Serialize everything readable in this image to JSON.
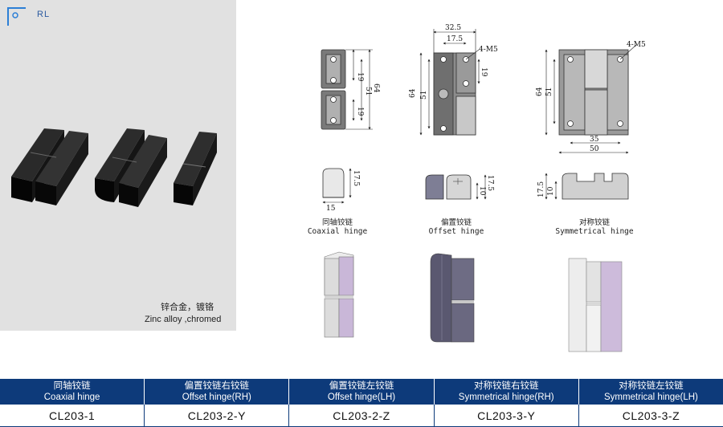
{
  "brand": {
    "name": "RL"
  },
  "material": {
    "zh": "锌合金，镀铬",
    "en": "Zinc alloy ,chromed"
  },
  "captions": [
    {
      "zh": "同轴铰链",
      "en": "Coaxial hinge"
    },
    {
      "zh": "偏置铰链",
      "en": "Offset hinge"
    },
    {
      "zh": "对称铰链",
      "en": "Symmetrical hinge"
    }
  ],
  "dimensions": {
    "coaxial": {
      "d19a": "19",
      "d51": "51",
      "d64": "64",
      "d19b": "19",
      "d17_5": "17.5",
      "d15": "15"
    },
    "offset": {
      "d32_5": "32.5",
      "d17_5": "17.5",
      "m5": "4-M5",
      "d64": "64",
      "d51": "51",
      "d19": "19",
      "d10": "10",
      "d17_5b": "17.5"
    },
    "symmetrical": {
      "m5": "4-M5",
      "d64": "64",
      "d51": "51",
      "d35": "35",
      "d50": "50",
      "d17_5": "17.5",
      "d10": "10"
    }
  },
  "table": {
    "headers": [
      {
        "zh": "同轴铰链",
        "en": "Coaxial hinge"
      },
      {
        "zh": "偏置铰链右铰链",
        "en": "Offset hinge(RH)"
      },
      {
        "zh": "偏置铰链左铰链",
        "en": "Offset hinge(LH)"
      },
      {
        "zh": "对称铰链右铰链",
        "en": "Symmetrical hinge(RH)"
      },
      {
        "zh": "对称铰链左铰链",
        "en": "Symmetrical hinge(LH)"
      }
    ],
    "codes": [
      "CL203-1",
      "CL203-2-Y",
      "CL203-2-Z",
      "CL203-3-Y",
      "CL203-3-Z"
    ]
  }
}
